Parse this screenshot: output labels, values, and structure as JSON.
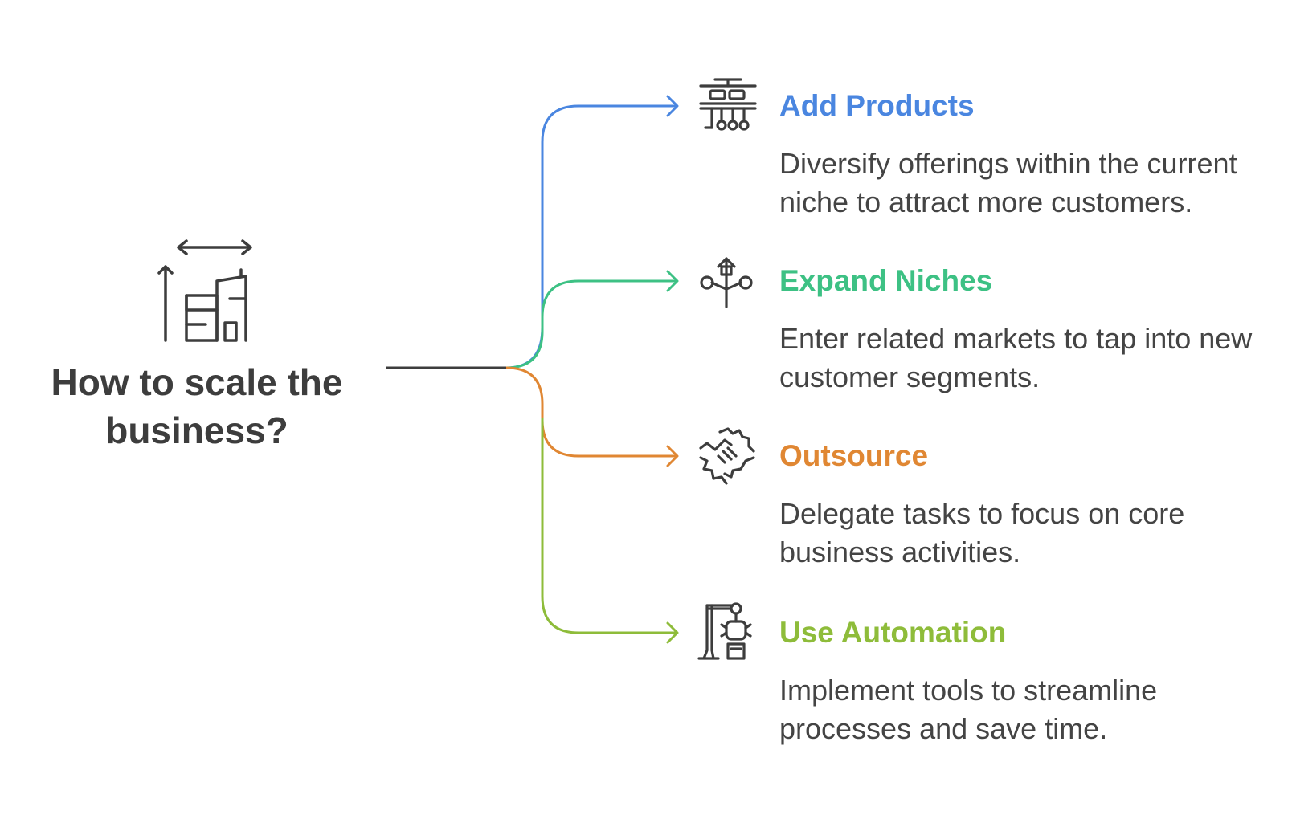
{
  "root": {
    "title": "How to scale the business?",
    "icon": "scaling-building-icon"
  },
  "colors": {
    "trunk": "#3d3d3d",
    "icon_stroke": "#3d3d3d",
    "text": "#444444"
  },
  "branches": [
    {
      "title": "Add Products",
      "description": "Diversify offerings within the current niche to attract more customers.",
      "color": "#4a86e0",
      "icon": "product-shelf-icon"
    },
    {
      "title": "Expand Niches",
      "description": "Enter related markets to tap into new customer segments.",
      "color": "#3dc184",
      "icon": "branching-growth-icon"
    },
    {
      "title": "Outsource",
      "description": "Delegate tasks to focus on core business activities.",
      "color": "#e08733",
      "icon": "handshake-icon"
    },
    {
      "title": "Use Automation",
      "description": "Implement tools to streamline processes and save time.",
      "color": "#8ebc3a",
      "icon": "robot-arm-icon"
    }
  ]
}
